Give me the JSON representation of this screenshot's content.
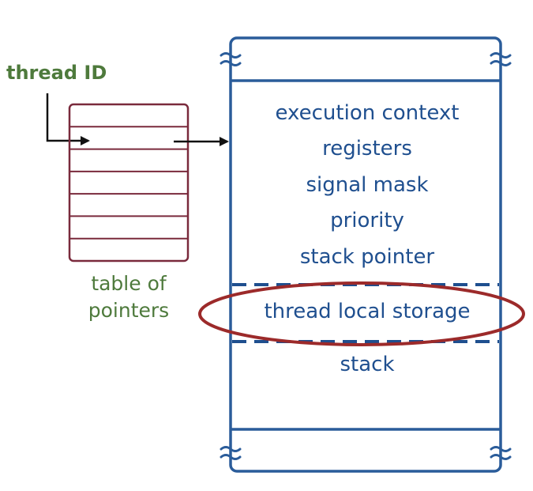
{
  "colors": {
    "green_text": "#4e7a3c",
    "blue_text": "#1f4f8f",
    "block_border": "#2a5c9a",
    "table_border": "#7a2a3c",
    "highlight_ellipse": "#9c2a2a",
    "arrow": "#111111"
  },
  "labels": {
    "thread_id": "thread ID",
    "table_line1": "table of",
    "table_line2": "pointers"
  },
  "pointer_table": {
    "rows": 7,
    "pointed_row": 2
  },
  "thread_block": {
    "fields": [
      "execution context",
      "registers",
      "signal mask",
      "priority",
      "stack pointer"
    ],
    "highlighted_field": "thread local storage",
    "bottom_field": "stack",
    "break_icon": "section-break-icon"
  }
}
